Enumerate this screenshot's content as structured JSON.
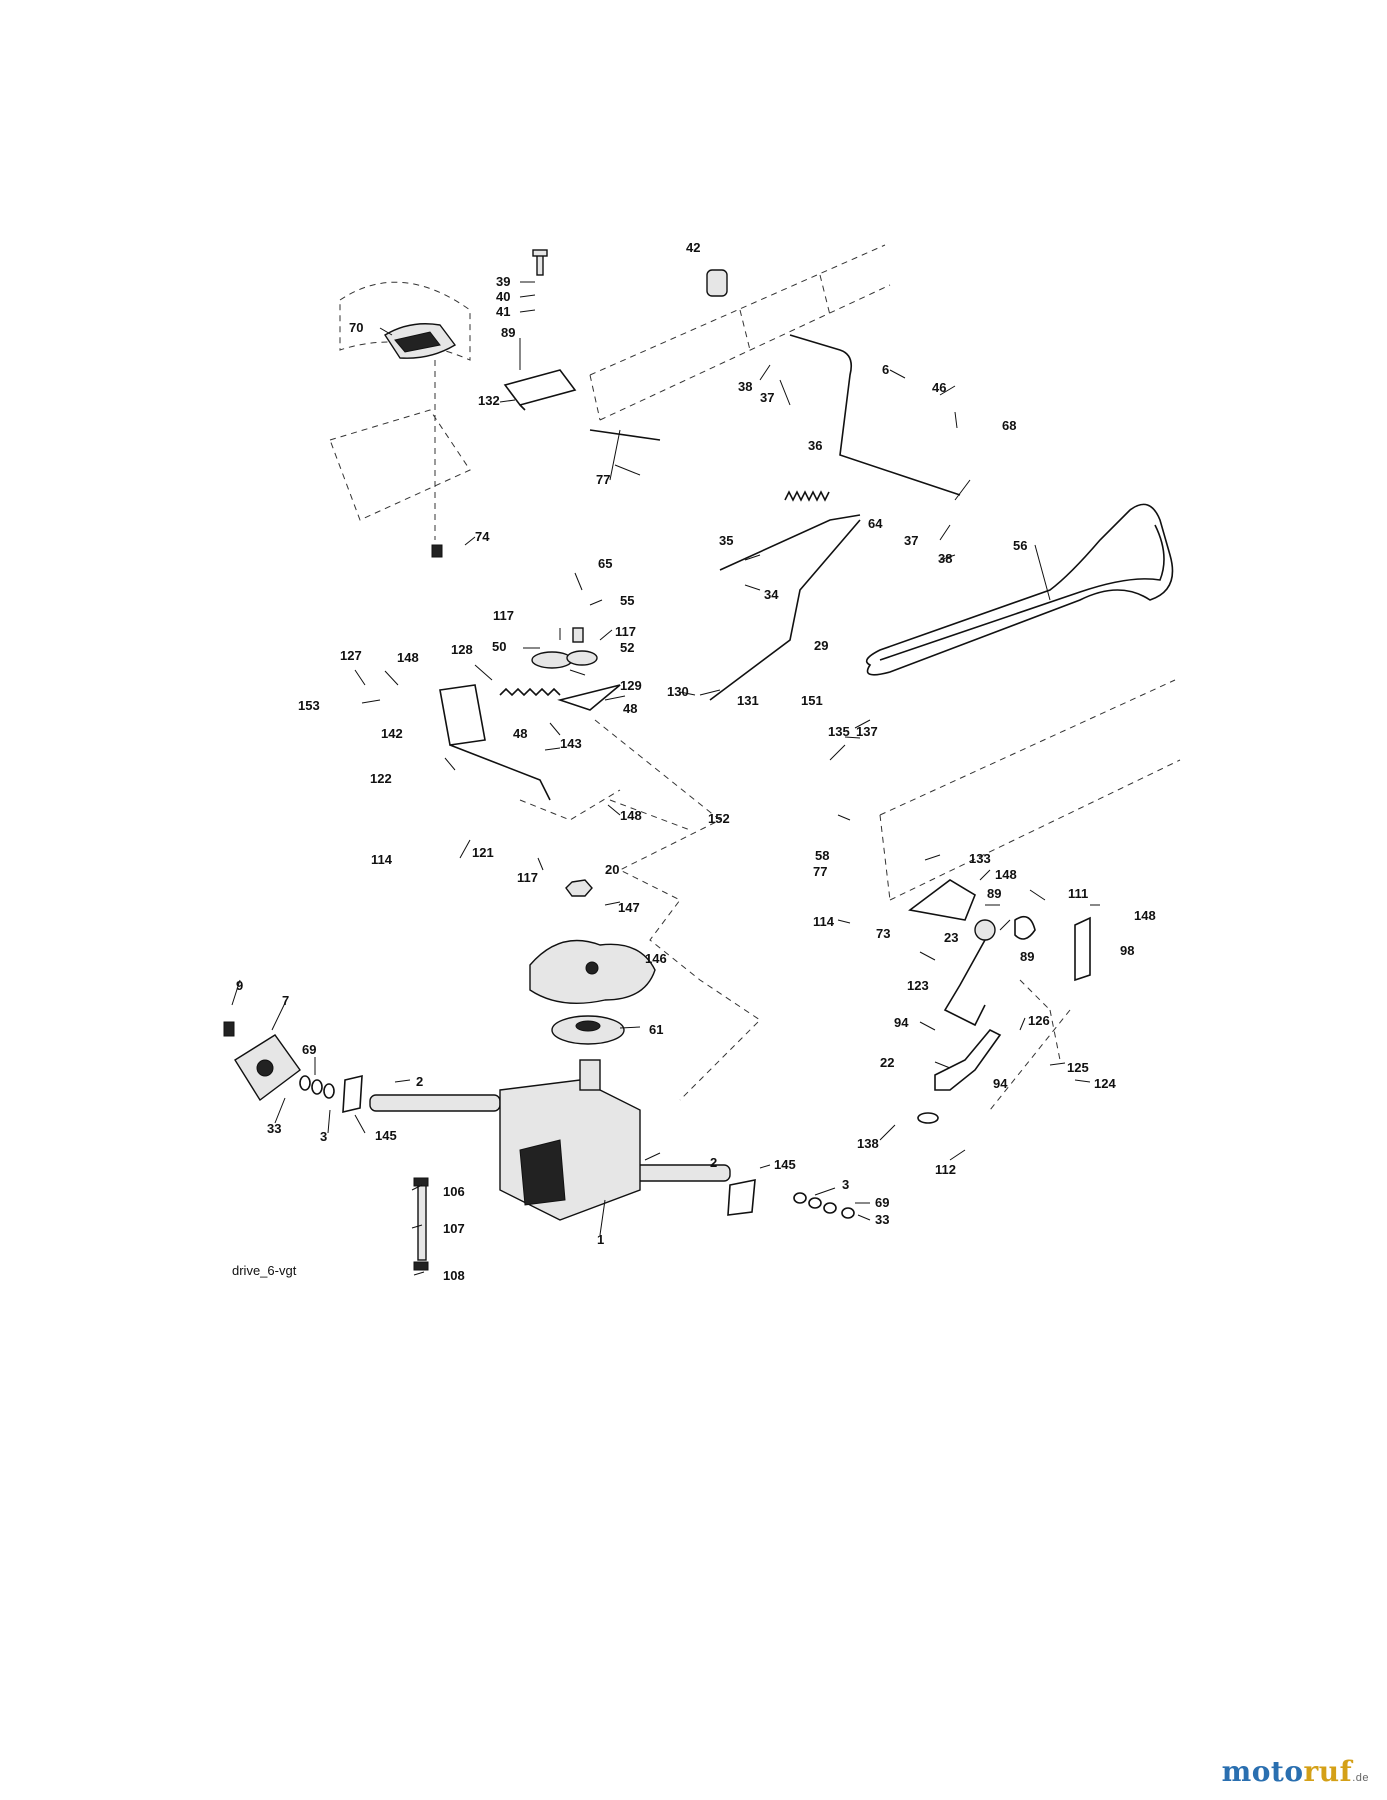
{
  "caption": "drive_6-vgt",
  "watermark": {
    "prefix": "moto",
    "suffix": "ruf",
    "tld": ".de",
    "colors": [
      "#2a6fb0",
      "#d4a017",
      "#3a8f3a",
      "#c0392b"
    ]
  },
  "labels": [
    "39",
    "40",
    "41",
    "42",
    "70",
    "89",
    "132",
    "77",
    "38",
    "37",
    "6",
    "46",
    "68",
    "36",
    "64",
    "37",
    "38",
    "35",
    "34",
    "56",
    "65",
    "55",
    "117",
    "117",
    "50",
    "52",
    "29",
    "127",
    "148",
    "128",
    "129",
    "153",
    "48",
    "48",
    "142",
    "143",
    "130",
    "131",
    "151",
    "135",
    "137",
    "122",
    "148",
    "152",
    "114",
    "121",
    "117",
    "58",
    "77",
    "133",
    "148",
    "20",
    "89",
    "111",
    "147",
    "114",
    "73",
    "23",
    "98",
    "148",
    "146",
    "89",
    "9",
    "7",
    "123",
    "69",
    "61",
    "94",
    "126",
    "2",
    "22",
    "94",
    "125",
    "124",
    "33",
    "3",
    "145",
    "138",
    "112",
    "2",
    "145",
    "3",
    "69",
    "33",
    "106",
    "1",
    "107",
    "108",
    "74"
  ]
}
